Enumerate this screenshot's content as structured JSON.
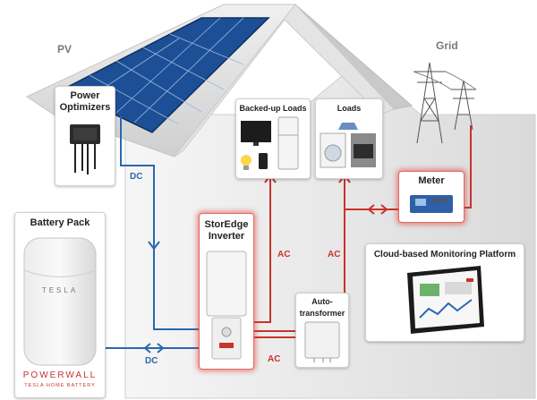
{
  "labels": {
    "pv": "PV",
    "grid": "Grid"
  },
  "boxes": {
    "power_optimizers": "Power\nOptimizers",
    "backed_up_loads": "Backed-up Loads",
    "loads": "Loads",
    "meter": "Meter",
    "battery_pack": "Battery Pack",
    "storedge_inverter": "StorEdge\nInverter",
    "autotransformer": "Auto-\ntransformer",
    "cloud_monitoring": "Cloud-based Monitoring Platform"
  },
  "wire_labels": {
    "dc_optimizers": "DC",
    "dc_battery": "DC",
    "ac_backed_up": "AC",
    "ac_loads": "AC",
    "ac_auto": "AC"
  },
  "battery_branding": {
    "tesla": "TESLA",
    "powerwall": "POWERWALL",
    "tagline": "TESLA HOME BATTERY"
  },
  "colors": {
    "dc_wire": "#2a67b0",
    "ac_wire": "#c8332c",
    "panel": "#1d4f97",
    "roof": "#dcdcdc",
    "house": "#e7e7e7"
  },
  "icons": {
    "optimizer": "power-optimizer-icon",
    "tv": "tv-icon",
    "fridge": "fridge-icon",
    "bulb": "light-bulb-icon",
    "phone": "phone-icon",
    "washer": "washer-icon",
    "stove": "stove-icon",
    "iron": "iron-icon",
    "meter": "meter-device-icon",
    "tower": "transmission-tower-icon",
    "inverter": "inverter-device-icon",
    "autotransformer": "autotransformer-device-icon",
    "tablet": "tablet-dashboard-icon",
    "battery": "powerwall-battery-icon"
  }
}
